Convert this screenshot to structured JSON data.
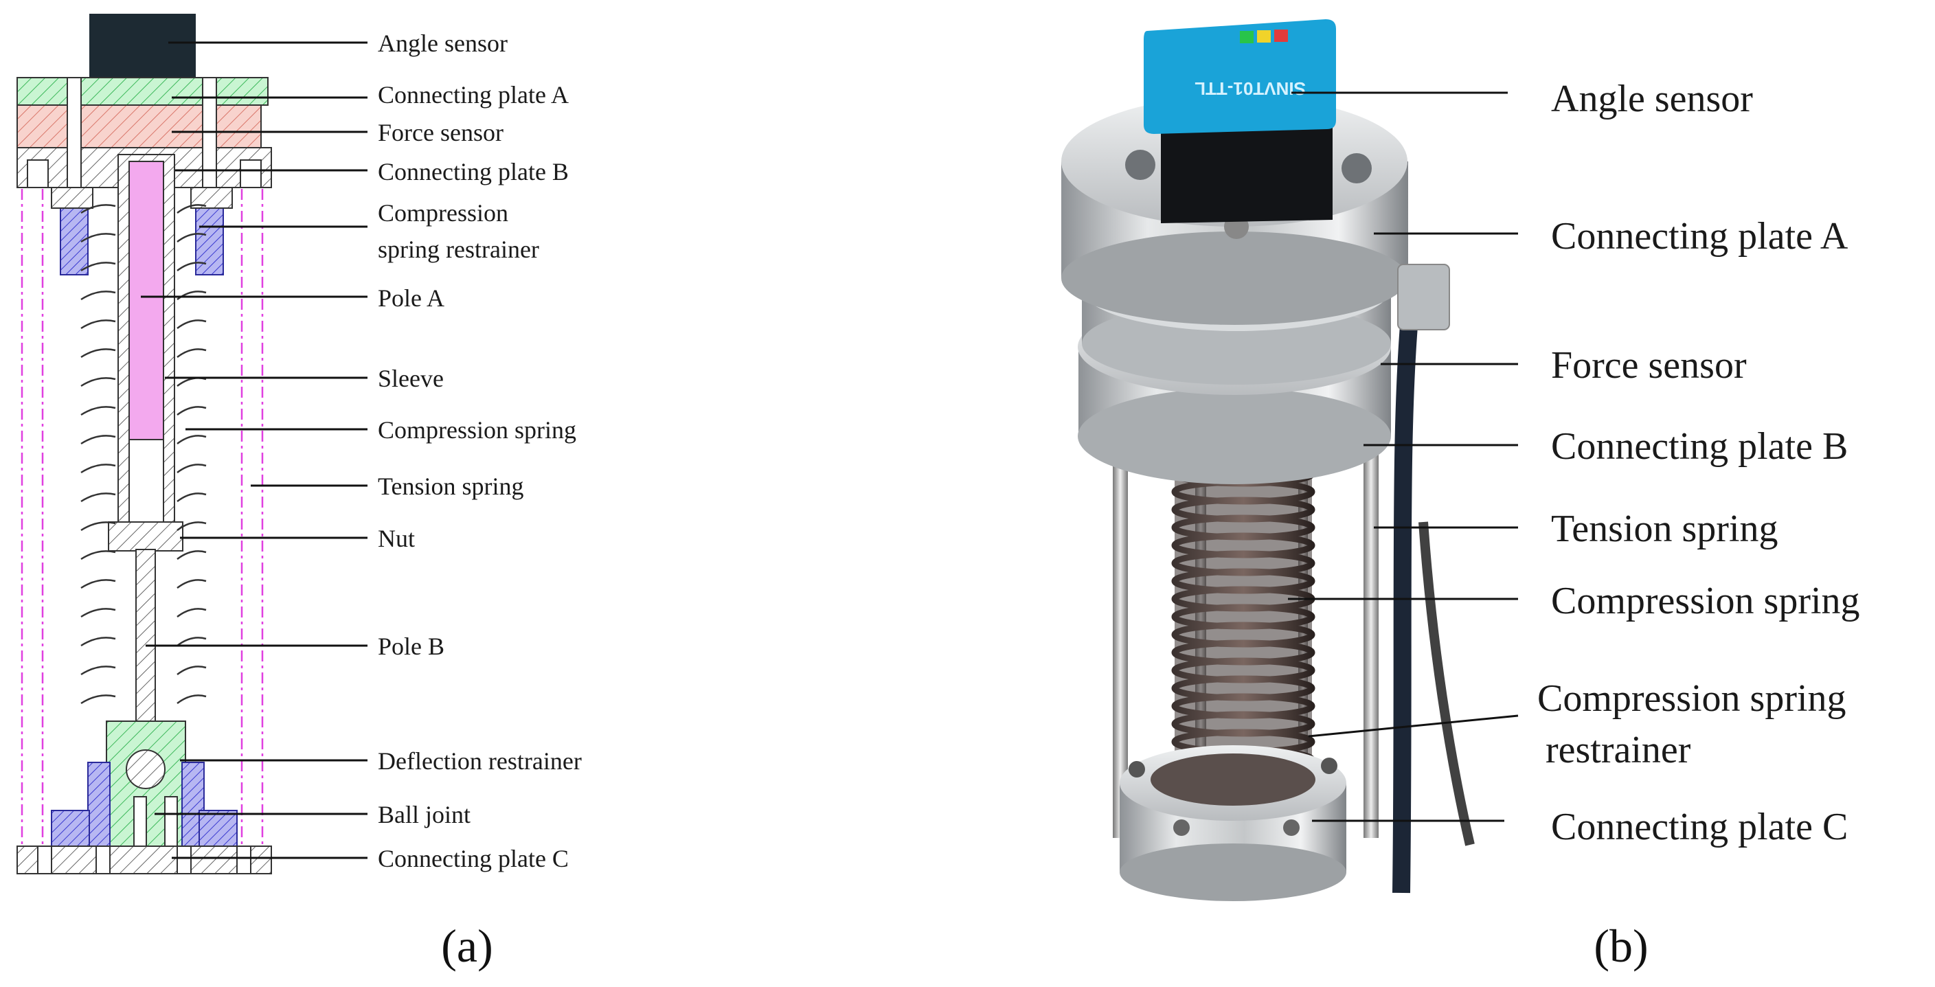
{
  "panel_a": {
    "caption": "(a)",
    "labels": [
      "Angle sensor",
      "Connecting plate A",
      "Force sensor",
      "Connecting plate B",
      "Compression",
      "spring restrainer",
      "Pole A",
      "Sleeve",
      "Compression spring",
      "Tension spring",
      "Nut",
      "Pole B",
      "Deflection restrainer",
      "Ball joint",
      "Connecting plate C"
    ]
  },
  "panel_b": {
    "caption": "(b)",
    "labels": [
      "Angle  sensor",
      "Connecting plate A",
      "Force sensor",
      "Connecting plate B",
      "Tension spring",
      "Compression  spring",
      "Compression spring",
      "restrainer",
      "Connecting plate C"
    ],
    "device_text": "SINVT01-TTL"
  },
  "colors": {
    "plate_a_green": "#8fe3a0",
    "force_sensor_red": "#f3b0a8",
    "pole_magenta": "#f3a9ee",
    "restrainer_blue": "#6d6de0",
    "tension_spring_dash": "#e040e0",
    "sensor_body": "#1d2a33",
    "device_blue": "#1aa3d8"
  }
}
